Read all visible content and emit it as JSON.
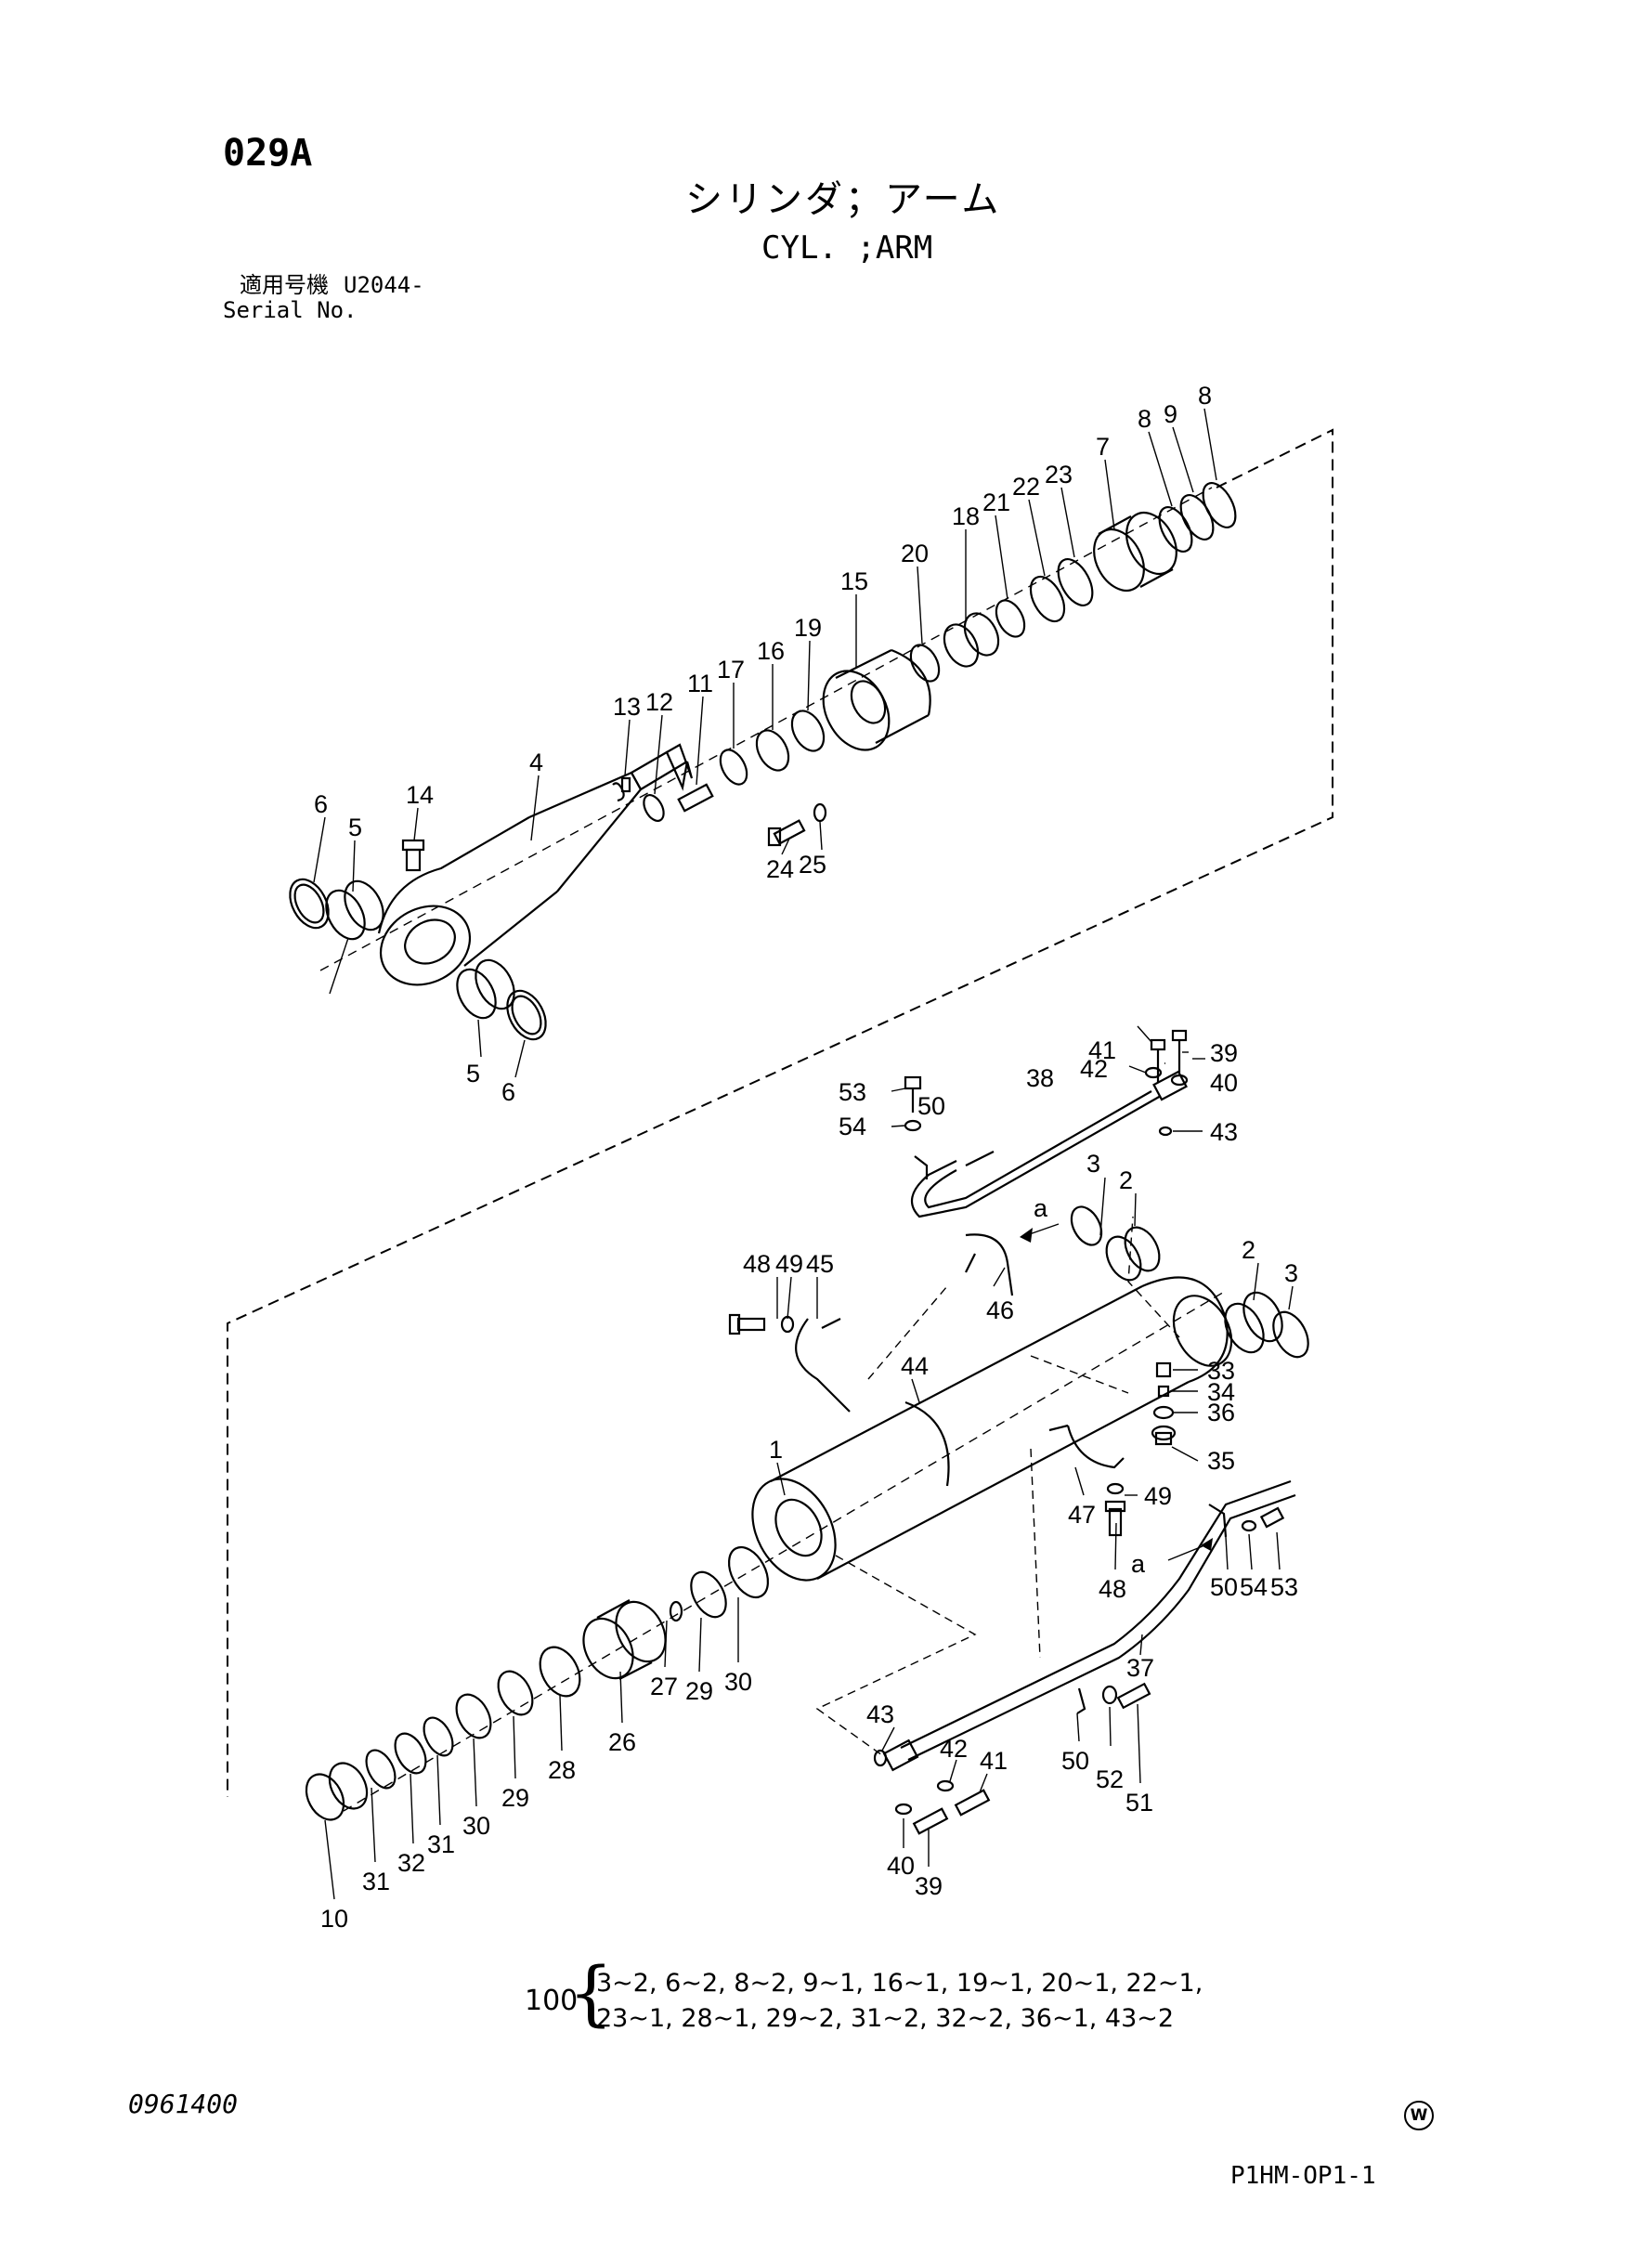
{
  "header": {
    "page_code": "029A",
    "title_jp": "シリンダ；アーム",
    "title_en": "CYL. ;ARM",
    "serial_label_jp": "適用号機",
    "serial_value": "U2044-",
    "serial_label_en": "Serial No."
  },
  "kit": {
    "number": "100",
    "line1": "3~2, 6~2, 8~2, 9~1, 16~1, 19~1, 20~1, 22~1,",
    "line2": "23~1, 28~1, 29~2, 31~2, 32~2, 36~1, 43~2"
  },
  "footer": {
    "doc_number": "0961400",
    "page_ref": "P1HM-OP1-1",
    "mark": "W"
  },
  "callouts": [
    "1",
    "2",
    "3",
    "4",
    "5",
    "6",
    "7",
    "8",
    "9",
    "10",
    "11",
    "12",
    "13",
    "14",
    "15",
    "16",
    "17",
    "18",
    "19",
    "20",
    "21",
    "22",
    "23",
    "24",
    "25",
    "26",
    "27",
    "28",
    "29",
    "30",
    "31",
    "32",
    "33",
    "34",
    "35",
    "36",
    "37",
    "38",
    "39",
    "40",
    "41",
    "42",
    "43",
    "44",
    "45",
    "46",
    "47",
    "48",
    "49",
    "50",
    "51",
    "52",
    "53",
    "54",
    "a"
  ]
}
